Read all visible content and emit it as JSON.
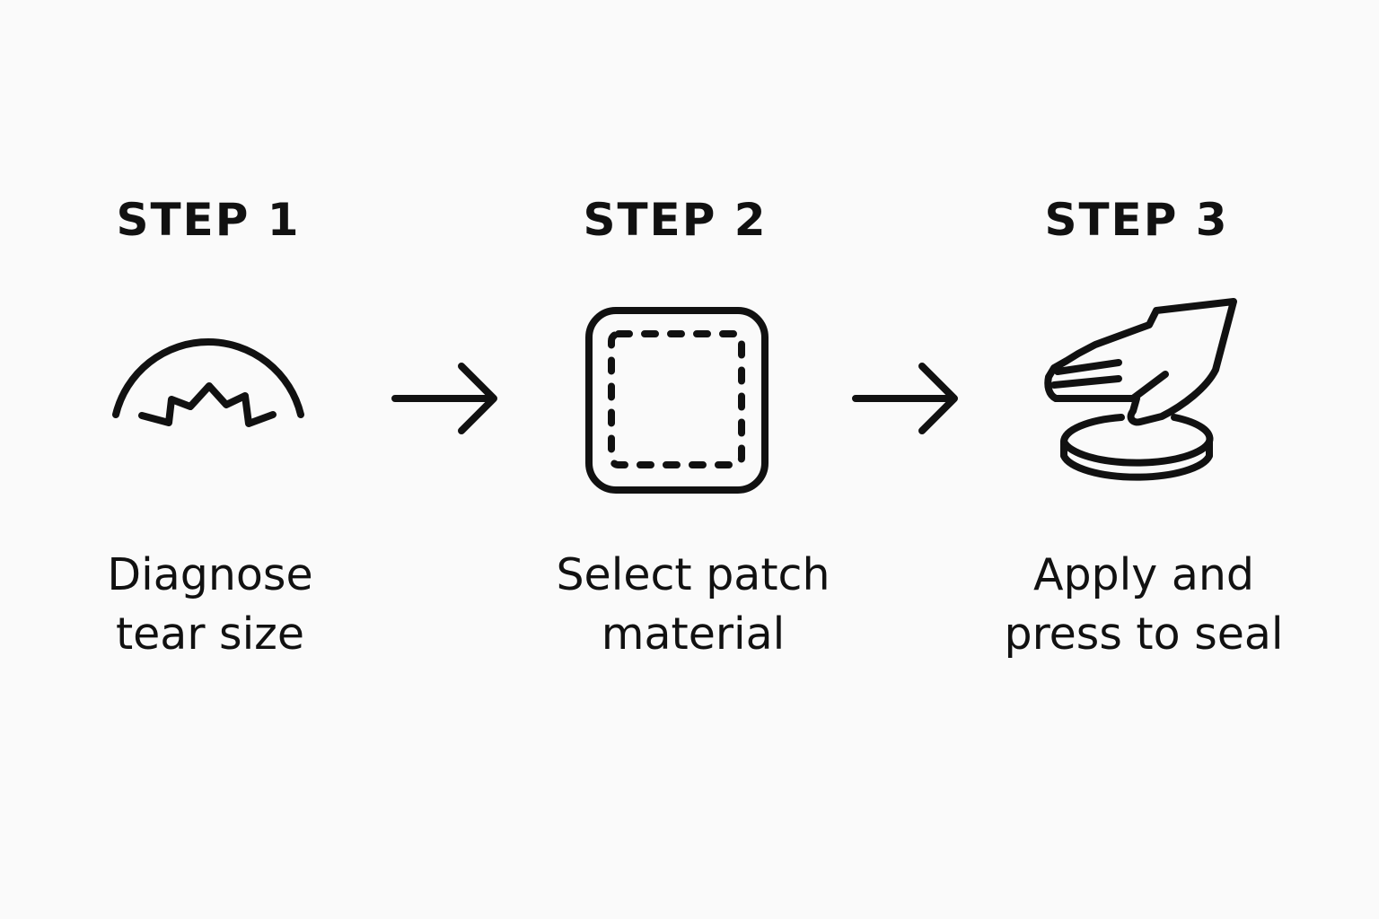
{
  "steps": [
    {
      "title": "STEP 1",
      "caption_lines": [
        "Diagnose",
        "tear size"
      ],
      "icon": "tear-arc-icon"
    },
    {
      "title": "STEP 2",
      "caption_lines": [
        "Select patch",
        "material"
      ],
      "icon": "patch-square-icon"
    },
    {
      "title": "STEP 3",
      "caption_lines": [
        "Apply and",
        "press to seal"
      ],
      "icon": "hand-press-icon"
    }
  ],
  "connectors": [
    "arrow-right-icon",
    "arrow-right-icon"
  ],
  "colors": {
    "background": "#fafafa",
    "ink": "#111111"
  }
}
